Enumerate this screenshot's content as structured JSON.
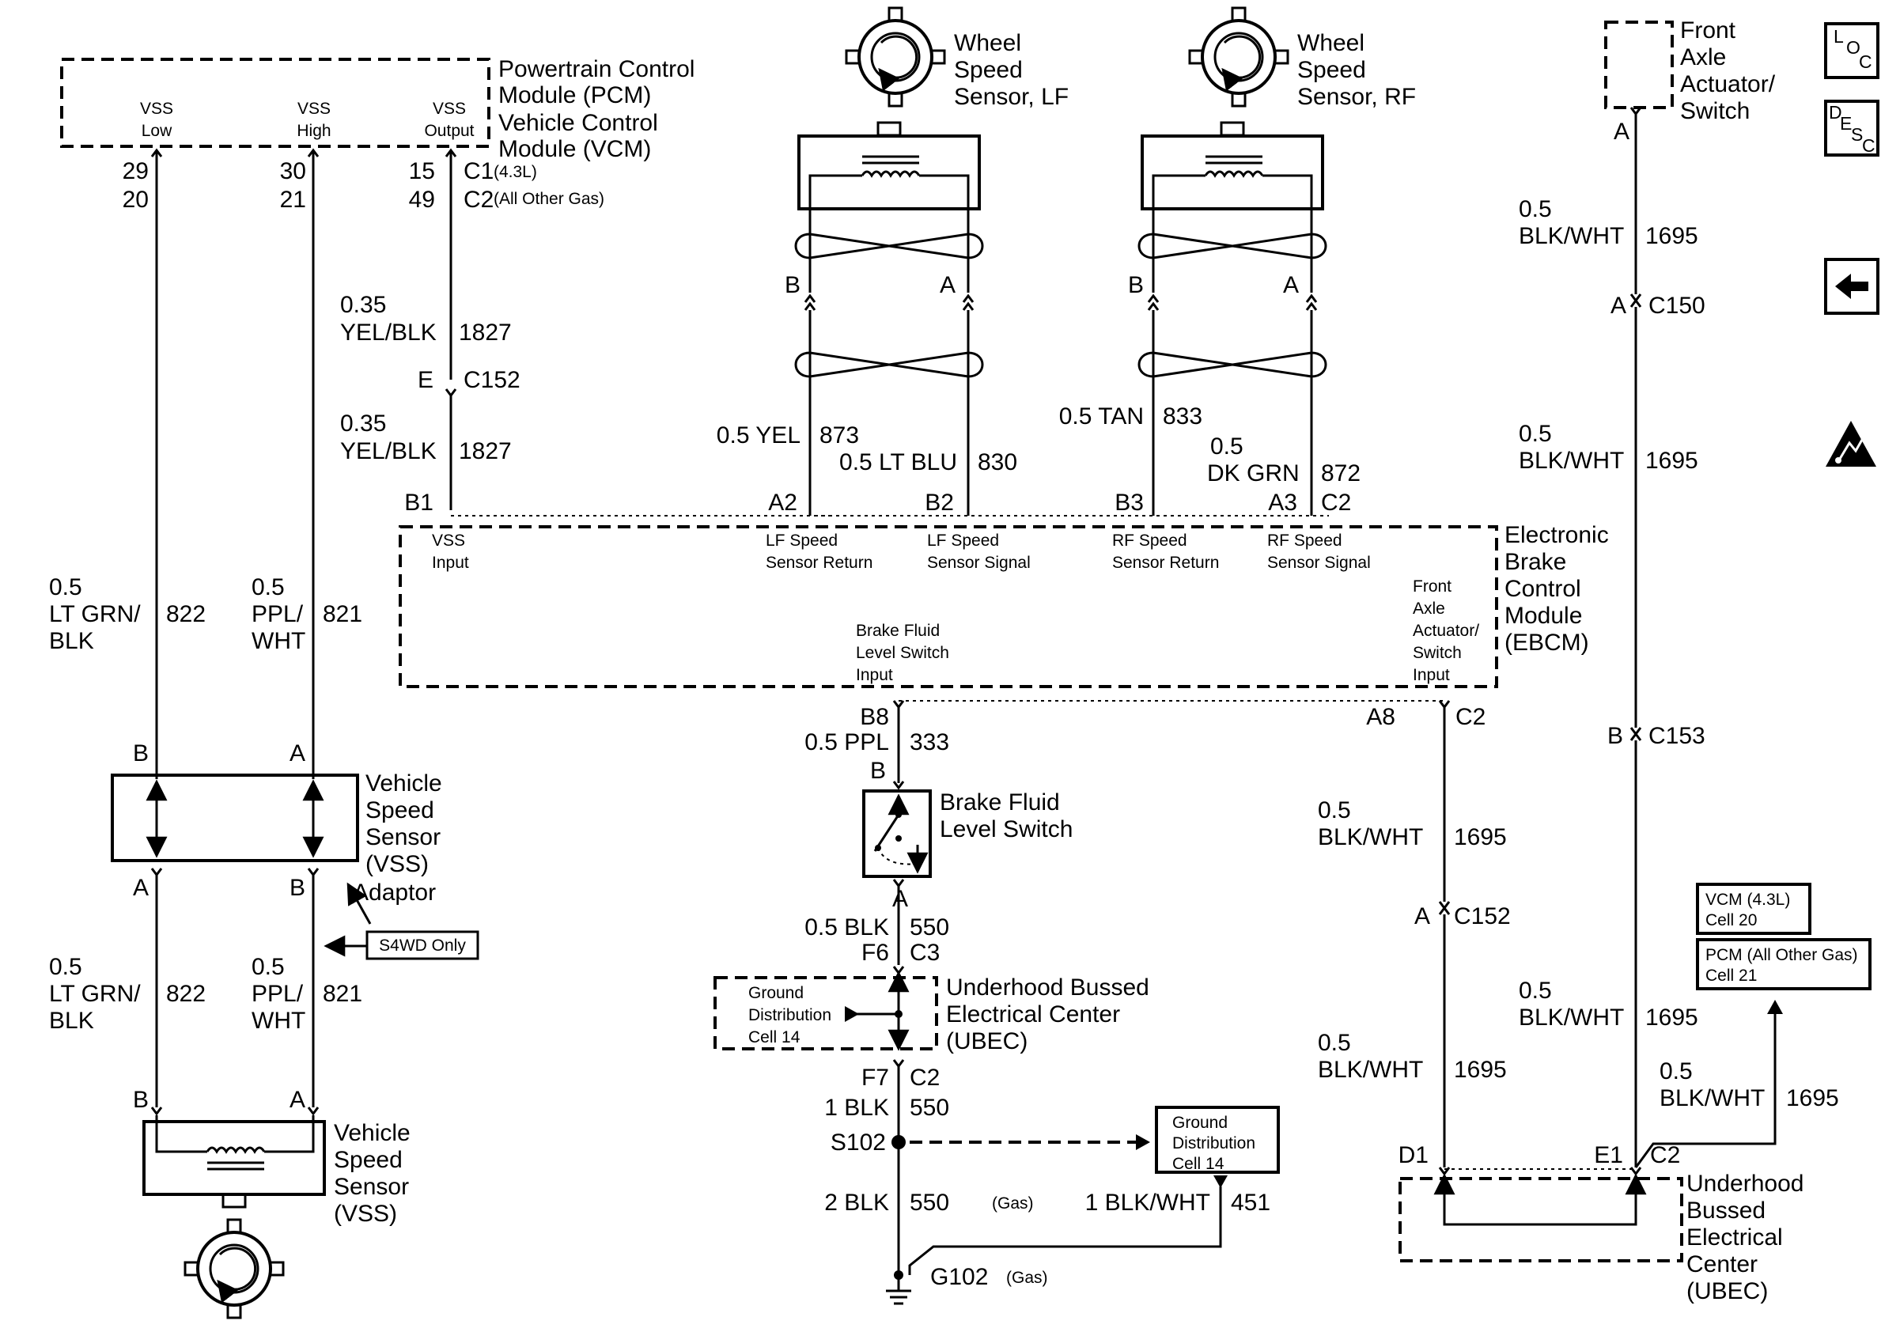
{
  "pcm": {
    "title": [
      "Powertrain Control",
      "Module (PCM)",
      "Vehicle Control",
      "Module (VCM)"
    ],
    "pin_labels": [
      [
        "VSS",
        "Low"
      ],
      [
        "VSS",
        "High"
      ],
      [
        "VSS",
        "Output"
      ]
    ],
    "pins_c1": [
      "29",
      "30",
      "15"
    ],
    "pins_c2": [
      "20",
      "21",
      "49"
    ],
    "c1": "C1",
    "c1_note": "(4.3L)",
    "c2": "C2",
    "c2_note": "(All Other Gas)"
  },
  "vss_output_wire": {
    "size1": "0.35",
    "color1": "YEL/BLK",
    "circuit1": "1827",
    "connector_pin": "E",
    "connector": "C152",
    "size2": "0.35",
    "color2": "YEL/BLK",
    "circuit2": "1827"
  },
  "wire_822": {
    "size": "0.5",
    "color": [
      "LT GRN/",
      "BLK"
    ],
    "circuit": "822"
  },
  "wire_821": {
    "size": "0.5",
    "color": [
      "PPL/",
      "WHT"
    ],
    "circuit": "821"
  },
  "vss_adaptor": {
    "label": [
      "Vehicle",
      "Speed",
      "Sensor",
      "(VSS)",
      "Adaptor"
    ],
    "pin_top_left": "B",
    "pin_top_right": "A",
    "pin_bot_left": "A",
    "pin_bot_right": "B",
    "note": "S4WD Only"
  },
  "vss_sensor": {
    "label": [
      "Vehicle",
      "Speed",
      "Sensor",
      "(VSS)"
    ],
    "pin_left": "B",
    "pin_right": "A"
  },
  "wss_lf": {
    "label": [
      "Wheel",
      "Speed",
      "Sensor, LF"
    ],
    "pin_left": "B",
    "pin_right": "A",
    "wire_left": "0.5 YEL",
    "circuit_left": "873",
    "wire_right": "0.5 LT BLU",
    "circuit_right": "830"
  },
  "wss_rf": {
    "label": [
      "Wheel",
      "Speed",
      "Sensor, RF"
    ],
    "pin_left": "B",
    "pin_right": "A",
    "wire_left": "0.5 TAN",
    "circuit_left": "833",
    "wire_right_size": "0.5",
    "wire_right_color": "DK GRN",
    "circuit_right": "872"
  },
  "front_axle": {
    "label": [
      "Front",
      "Axle",
      "Actuator/",
      "Switch"
    ],
    "pin": "A",
    "wire1_size": "0.5",
    "wire1_color": "BLK/WHT",
    "wire1_circuit": "1695",
    "c150_pin": "A",
    "c150": "C150",
    "wire2_size": "0.5",
    "wire2_color": "BLK/WHT",
    "wire2_circuit": "1695",
    "c153_pin": "B",
    "c153": "C153",
    "wire3_size": "0.5",
    "wire3_color": "BLK/WHT",
    "wire3_circuit": "1695",
    "wire4_size": "0.5",
    "wire4_color": "BLK/WHT",
    "wire4_circuit": "1695"
  },
  "ebcm": {
    "label": [
      "Electronic",
      "Brake",
      "Control",
      "Module",
      "(EBCM)"
    ],
    "connector": "C2",
    "pins": [
      "B1",
      "A2",
      "B2",
      "B3",
      "A3"
    ],
    "inputs": [
      [
        "VSS",
        "Input"
      ],
      [
        "LF Speed",
        "Sensor Return"
      ],
      [
        "LF Speed",
        "Sensor Signal"
      ],
      [
        "RF Speed",
        "Sensor Return"
      ],
      [
        "RF Speed",
        "Sensor Signal"
      ]
    ],
    "brake_fluid_input": [
      "Brake Fluid",
      "Level Switch",
      "Input"
    ],
    "front_axle_input": [
      "Front",
      "Axle",
      "Actuator/",
      "Switch",
      "Input"
    ],
    "pin_b8": "B8",
    "pin_a8": "A8",
    "bottom_connector": "C2"
  },
  "brake_fluid": {
    "wire1": "0.5 PPL",
    "circuit1": "333",
    "pin_top": "B",
    "label": [
      "Brake Fluid",
      "Level Switch"
    ],
    "pin_bot": "A",
    "wire2": "0.5 BLK",
    "circuit2": "550",
    "f6": "F6",
    "c3": "C3"
  },
  "ubec_mid": {
    "label": [
      "Underhood Bussed",
      "Electrical Center",
      "(UBEC)"
    ],
    "ground_dist": [
      "Ground",
      "Distribution",
      "Cell 14"
    ],
    "f7": "F7",
    "c2": "C2",
    "wire3": "1 BLK",
    "circuit3": "550",
    "splice": "S102",
    "ground_dist2": [
      "Ground",
      "Distribution",
      "Cell 14"
    ],
    "wire4": "2 BLK",
    "circuit4": "550",
    "circuit4_note": "(Gas)",
    "wire5": "1 BLK/WHT",
    "circuit5": "451",
    "ground": "G102",
    "ground_note": "(Gas)"
  },
  "right_lower": {
    "wire1_size": "0.5",
    "wire1_color": "BLK/WHT",
    "wire1_circuit": "1695",
    "c152_pin": "A",
    "c152": "C152",
    "wire2_size": "0.5",
    "wire2_color": "BLK/WHT",
    "wire2_circuit": "1695",
    "vcm_ref": [
      "VCM (4.3L)",
      "Cell 20"
    ],
    "pcm_ref": [
      "PCM (All Other Gas)",
      "Cell 21"
    ],
    "wire3_size": "0.5",
    "wire3_color": "BLK/WHT",
    "wire3_circuit": "1695",
    "d1": "D1",
    "e1": "E1",
    "c2": "C2",
    "ubec_label": [
      "Underhood",
      "Bussed",
      "Electrical",
      "Center",
      "(UBEC)"
    ]
  },
  "side_icons": {
    "loc": [
      "L",
      "O",
      "C"
    ],
    "desc": [
      "D",
      "E",
      "S",
      "C"
    ],
    "back_icon": "back-arrow-icon",
    "esd_icon": "esd-warning-icon"
  }
}
